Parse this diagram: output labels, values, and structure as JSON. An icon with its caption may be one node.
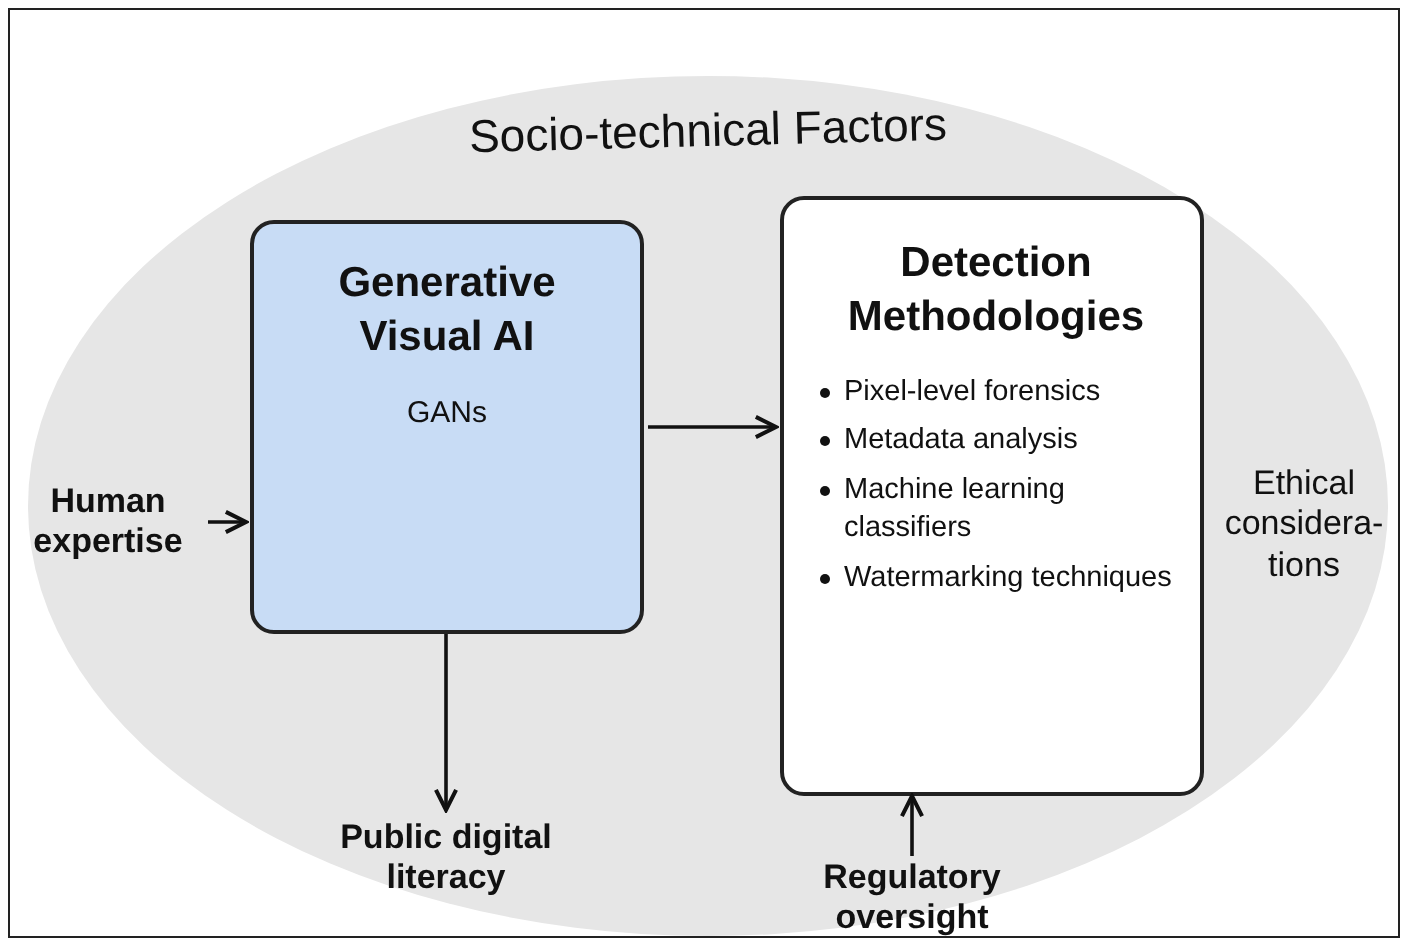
{
  "diagram": {
    "nodes": [
      {
        "text": [
          "Socio-technical Factors"
        ]
      },
      {
        "text": [
          "Generative Visual AI",
          "GANs"
        ],
        "in": 0
      },
      {
        "text": [
          "Detection Methodologies",
          "Pixel-level forensics",
          "Metadata analysis",
          "Machine learning classifiers",
          "Watermarking techniques"
        ],
        "in": 0
      },
      {
        "text": [
          "Human expertise"
        ],
        "in": 0
      },
      {
        "text": [
          "Public digital literacy"
        ],
        "in": 0
      },
      {
        "text": [
          "Regulatory oversight"
        ],
        "in": 0
      }
    ],
    "edges": [
      {
        "from": 3,
        "to": 1,
        "arrow": "to"
      },
      {
        "from": 1,
        "to": 2,
        "arrow": "to"
      },
      {
        "from": 1,
        "to": 4,
        "arrow": "to"
      },
      {
        "from": 5,
        "to": 2,
        "arrow": "to"
      }
    ],
    "labels": [
      "Ethical considera-tions"
    ]
  }
}
